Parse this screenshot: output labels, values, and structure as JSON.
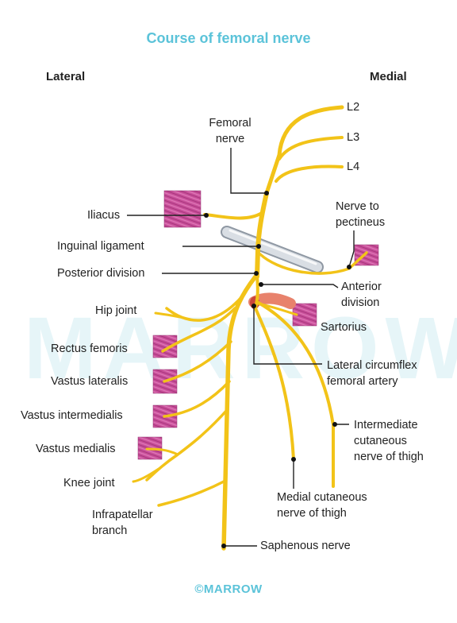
{
  "title": "Course of femoral nerve",
  "orientation": {
    "lateral": "Lateral",
    "medial": "Medial"
  },
  "roots": [
    "L2",
    "L3",
    "L4"
  ],
  "labels": {
    "femoral_nerve": [
      "Femoral",
      "nerve"
    ],
    "iliacus": "Iliacus",
    "inguinal_ligament": "Inguinal ligament",
    "posterior_division": "Posterior division",
    "nerve_to_pectineus": [
      "Nerve to",
      "pectineus"
    ],
    "anterior_division": [
      "Anterior",
      "division"
    ],
    "hip_joint": "Hip joint",
    "sartorius": "Sartorius",
    "rectus_femoris": "Rectus femoris",
    "vastus_lateralis": "Vastus lateralis",
    "lateral_circumflex": [
      "Lateral circumflex",
      "femoral artery"
    ],
    "vastus_intermedialis": "Vastus intermedialis",
    "intermediate_cutaneous": [
      "Intermediate",
      "cutaneous",
      "nerve of thigh"
    ],
    "vastus_medialis": "Vastus medialis",
    "knee_joint": "Knee joint",
    "medial_cutaneous": [
      "Medial cutaneous",
      "nerve of thigh"
    ],
    "infrapatellar": [
      "Infrapatellar",
      "branch"
    ],
    "saphenous": "Saphenous nerve"
  },
  "footer": "©MARROW",
  "watermark": "MARROW",
  "colors": {
    "nerve": "#f2c318",
    "nerve_edge": "#d9a80c",
    "muscle": "#c94f9a",
    "ligament": "#c5ccd3",
    "accent": "#5bc3d9"
  }
}
